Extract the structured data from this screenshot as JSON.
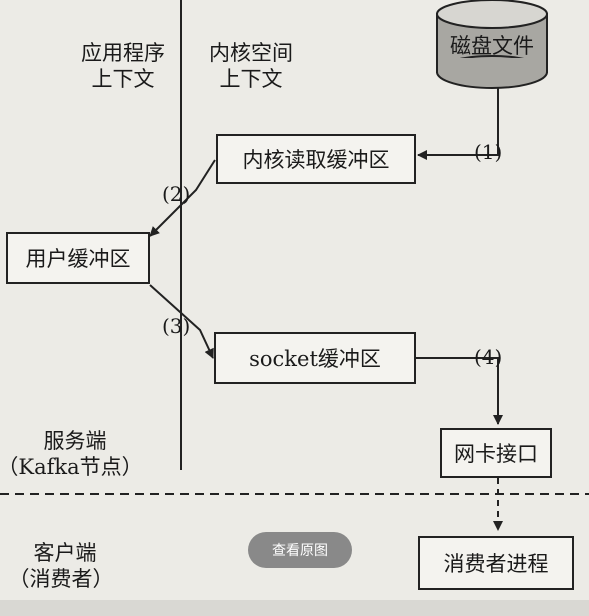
{
  "labels": {
    "app_context_line1": "应用程序",
    "app_context_line2": "上下文",
    "kernel_context_line1": "内核空间",
    "kernel_context_line2": "上下文",
    "server_line1": "服务端",
    "server_line2": "（Kafka节点）",
    "client_line1": "客户端",
    "client_line2": "（消费者）"
  },
  "nodes": {
    "disk": "磁盘文件",
    "kernel_buffer": "内核读取缓冲区",
    "user_buffer": "用户缓冲区",
    "socket_buffer": "socket缓冲区",
    "nic": "网卡接口",
    "consumer": "消费者进程"
  },
  "steps": [
    "(1)",
    "(2)",
    "(3)",
    "(4)"
  ],
  "overlay": {
    "view_original_button": "查看原图"
  }
}
